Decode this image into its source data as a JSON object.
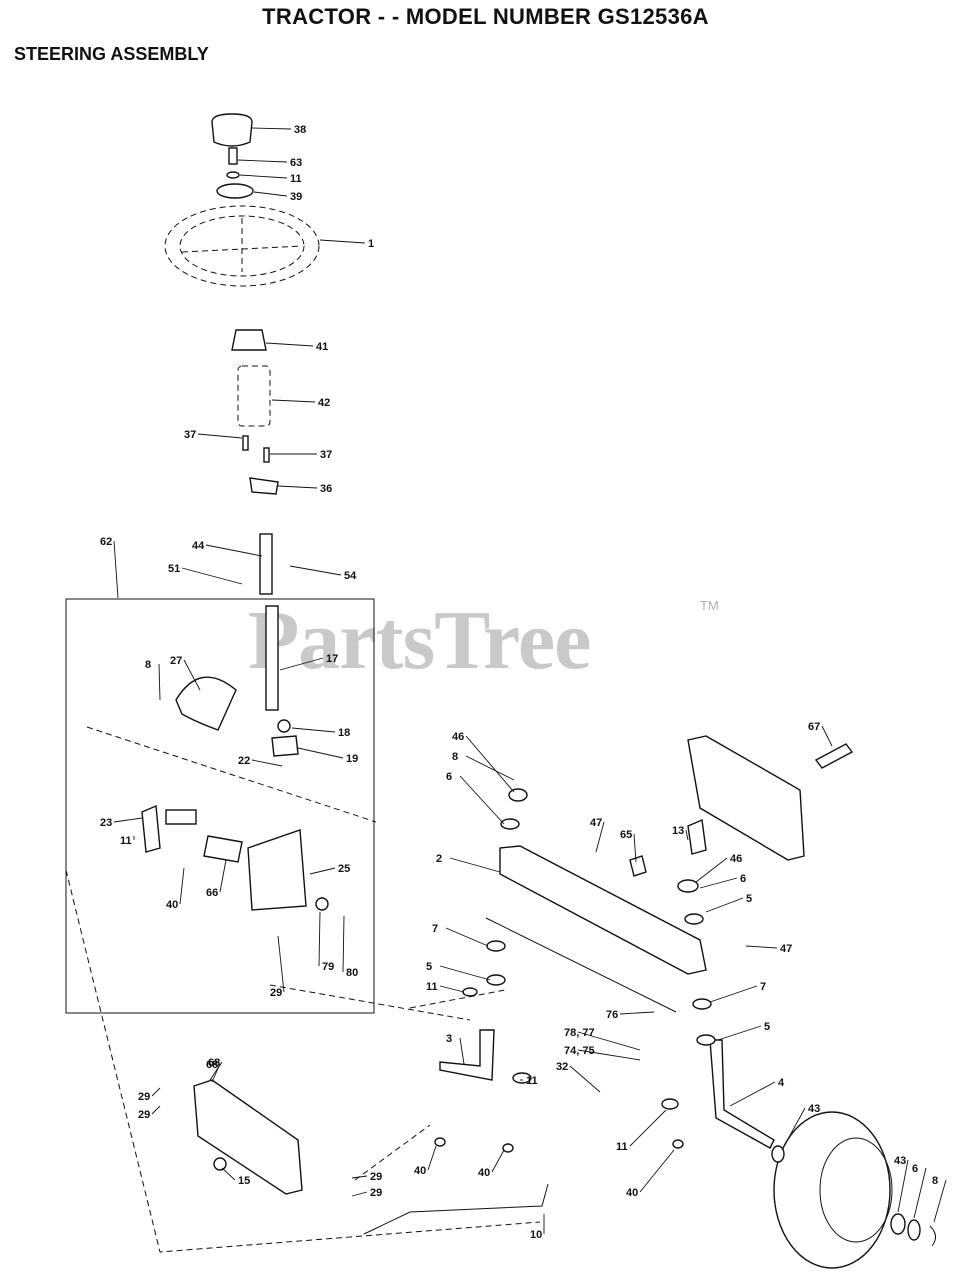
{
  "header": {
    "title": "TRACTOR - - MODEL NUMBER GS12536A",
    "subtitle": "STEERING ASSEMBLY"
  },
  "watermark": {
    "text": "PartsTree",
    "tm": "TM"
  },
  "callouts": [
    "38",
    "63",
    "11",
    "39",
    "1",
    "41",
    "42",
    "37",
    "37",
    "36",
    "62",
    "44",
    "51",
    "54",
    "17",
    "8",
    "27",
    "18",
    "19",
    "22",
    "23",
    "11",
    "40",
    "66",
    "25",
    "29",
    "79",
    "80",
    "68",
    "67",
    "46",
    "8",
    "6",
    "47",
    "65",
    "13",
    "2",
    "46",
    "6",
    "5",
    "7",
    "47",
    "5",
    "11",
    "7",
    "76",
    "78, 77",
    "74, 75",
    "32",
    "3",
    "11",
    "5",
    "68",
    "29",
    "29",
    "15",
    "29",
    "29",
    "40",
    "40",
    "4",
    "43",
    "11",
    "40",
    "10",
    "43",
    "6",
    "8"
  ]
}
